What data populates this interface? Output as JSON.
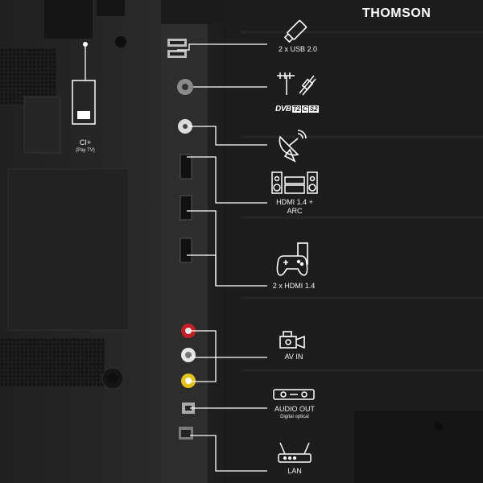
{
  "brand": {
    "name": "THOMSON",
    "color": "#e8103a"
  },
  "colors": {
    "line": "#ffffff",
    "background": "#1b1b1b",
    "panel": "#262626"
  },
  "ports": [
    {
      "id": "usb",
      "label": "2 x USB 2.0",
      "icon": "usb-drive-icon"
    },
    {
      "id": "dvb",
      "label": "",
      "logo": "DVB T2/C/S2",
      "icon": "antenna-icon"
    },
    {
      "id": "sat",
      "label": "",
      "icon": "satellite-dish-icon"
    },
    {
      "id": "hdmi-arc",
      "label": "HDMI 1.4 +",
      "label2": "ARC",
      "icon": "speaker-system-icon"
    },
    {
      "id": "hdmi",
      "label": "2 x HDMI 1.4",
      "icon": "game-controller-icon"
    },
    {
      "id": "av",
      "label": "AV IN",
      "icon": "camcorder-icon"
    },
    {
      "id": "audio",
      "label": "AUDIO OUT",
      "sublabel": "Digital optical",
      "icon": "soundbar-icon"
    },
    {
      "id": "lan",
      "label": "LAN",
      "icon": "router-icon"
    }
  ],
  "ci": {
    "label": "CI+",
    "sublabel": "(Pay TV)",
    "icon": "ci-card-icon"
  },
  "dvb_logo": {
    "dvb": "DVB",
    "t2": "T2",
    "c": "C",
    "s2": "S2"
  }
}
